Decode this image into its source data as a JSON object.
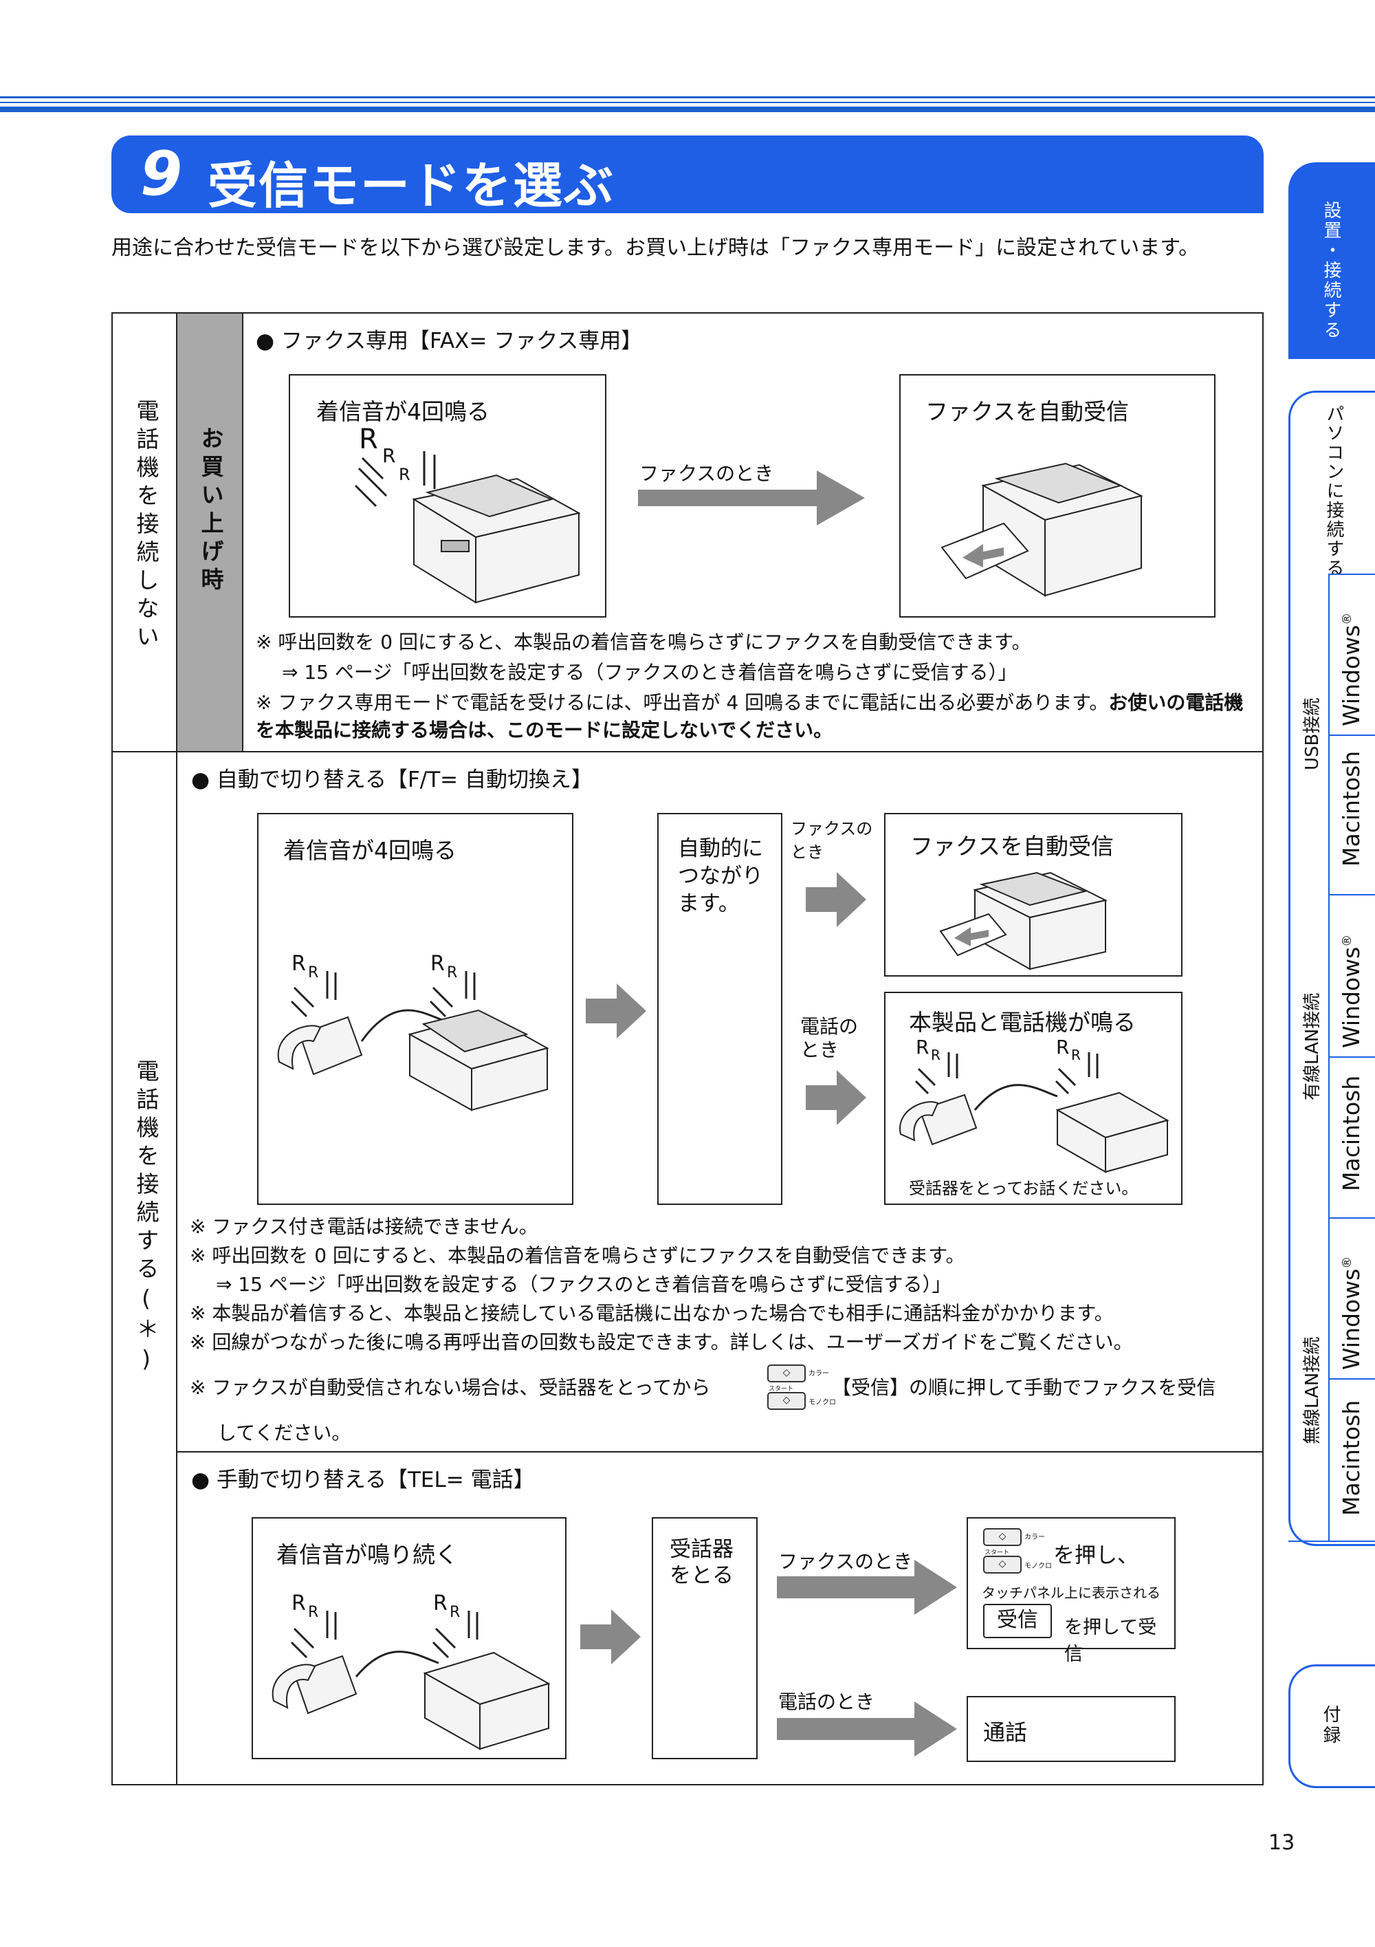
{
  "header": {
    "number": "9",
    "title": "受信モードを選ぶ"
  },
  "intro": "用途に合わせた受信モードを以下から選び設定します。お買い上げ時は「ファクス専用モード」に設定されています。",
  "section_labels": {
    "no_phone": "電話機を接続しない",
    "with_phone": "電話機を接続する(＊)",
    "default": "お買い上げ時"
  },
  "fax_only": {
    "heading": "● ファクス専用【FAX= ファクス専用】",
    "ring_label": "着信音が4回鳴る",
    "when_fax": "ファクスのとき",
    "result_label": "ファクスを自動受信",
    "notes": [
      "※ 呼出回数を 0 回にすると、本製品の着信音を鳴らさずにファクスを自動受信できます。",
      "⇒ 15 ページ「呼出回数を設定する（ファクスのとき着信音を鳴らさずに受信する）」",
      "※ ファクス専用モードで電話を受けるには、呼出音が 4 回鳴るまでに電話に出る必要があります。",
      "お使いの電話機を本製品に接続する場合は、このモードに設定しないでください。"
    ]
  },
  "auto_switch": {
    "heading": "● 自動で切り替える【F/T= 自動切換え】",
    "ring_label": "着信音が4回鳴る",
    "connected": "自動的につながります。",
    "when_fax": "ファクスのとき",
    "fax_result": "ファクスを自動受信",
    "when_phone": "電話のとき",
    "phone_result": "本製品と電話機が鳴る",
    "phone_caption": "受話器をとってお話ください。",
    "notes": [
      "※ ファクス付き電話は接続できません。",
      "※ 呼出回数を 0 回にすると、本製品の着信音を鳴らさずにファクスを自動受信できます。",
      "⇒ 15 ページ「呼出回数を設定する（ファクスのとき着信音を鳴らさずに受信する）」",
      "※ 本製品が着信すると、本製品と接続している電話機に出なかった場合でも相手に通話料金がかかります。",
      "※ 回線がつながった後に鳴る再呼出音の回数も設定できます。詳しくは、ユーザーズガイドをご覧ください。",
      "※ ファクスが自動受信されない場合は、受話器をとってから",
      "【受信】の順に押して手動でファクスを受信",
      "してください。"
    ]
  },
  "manual": {
    "heading": "● 手動で切り替える【TEL= 電話】",
    "ring_label": "着信音が鳴り続く",
    "pickup": "受話器をとる",
    "when_fax": "ファクスのとき",
    "press": "を押し、",
    "touch_panel": "タッチパネル上に表示される",
    "receive_btn": "受信",
    "press_receive": "を押して受信",
    "when_phone": "電話のとき",
    "talk": "通話"
  },
  "ring_letter": "R",
  "start_key": {
    "top": "カラー",
    "mid": "スタート",
    "bottom": "モノクロ"
  },
  "tabs": {
    "setup": "設置・接続する",
    "pc": "パソコンに接続する",
    "usb": "USB接続",
    "wired": "有線LAN接続",
    "wireless": "無線LAN接続",
    "windows": "Windows",
    "mac": "Macintosh",
    "reg": "®",
    "appendix": "付録"
  },
  "page_number": "13"
}
